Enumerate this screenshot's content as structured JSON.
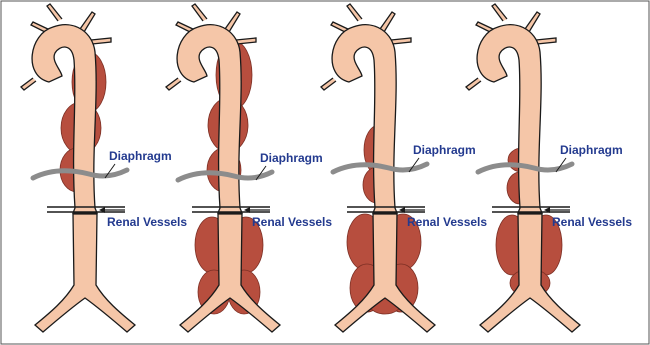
{
  "colors": {
    "aorta_fill": "#f5c6a8",
    "aneurysm_fill": "#b74e3e",
    "outline": "#1a1a1a",
    "diaphragm": "#8c8c8c",
    "label": "#233a8f",
    "frame": "#555555"
  },
  "labels": {
    "diaphragm": "Diaphragm",
    "renal": "Renal Vessels"
  },
  "panels": [
    {
      "index": 1,
      "aneurysm_extent": "thoracic-to-diaphragm"
    },
    {
      "index": 2,
      "aneurysm_extent": "thoracic-and-abdominal"
    },
    {
      "index": 3,
      "aneurysm_extent": "distal-thoracic-and-abdominal"
    },
    {
      "index": 4,
      "aneurysm_extent": "juxta-diaphragm-and-abdominal"
    }
  ]
}
